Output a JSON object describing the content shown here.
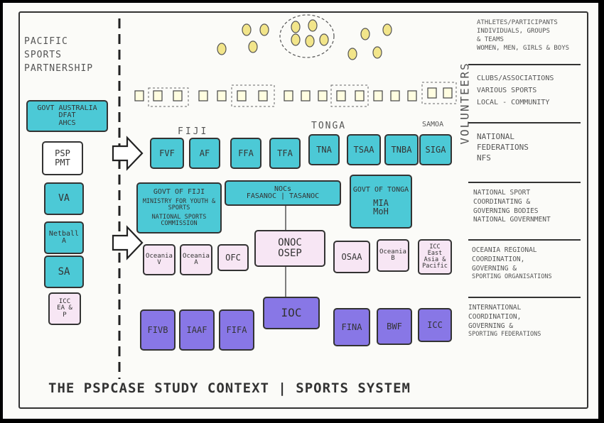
{
  "left_title": [
    "PACIFIC",
    "SPORTS",
    "PARTNERSHIP"
  ],
  "left_column": [
    {
      "id": "govt-australia",
      "lines": [
        "GOVT AUSTRALIA",
        "DFAT",
        "AHCS"
      ],
      "fill": "#4cc9d6"
    },
    {
      "id": "psp-pmt",
      "lines": [
        "PSP",
        "PMT"
      ],
      "fill": "#ffffff"
    },
    {
      "id": "va",
      "lines": [
        "VA"
      ],
      "fill": "#4cc9d6"
    },
    {
      "id": "netball-a",
      "lines": [
        "Netball",
        "A"
      ],
      "fill": "#4cc9d6"
    },
    {
      "id": "sa",
      "lines": [
        "SA"
      ],
      "fill": "#4cc9d6"
    },
    {
      "id": "icc-ea-p",
      "lines": [
        "ICC",
        "EA &",
        "P"
      ],
      "fill": "#f7e6f4"
    }
  ],
  "country_labels": {
    "fiji": "FIJI",
    "tonga": "TONGA",
    "samoa": "SAMOA"
  },
  "volunteers": "VOLUNTEERS",
  "national_federations": [
    "FVF",
    "AF",
    "FFA",
    "TFA",
    "TNA",
    "TSAA",
    "TNBA",
    "SIGA"
  ],
  "govt_fiji": [
    "GOVT OF FIJI",
    "MINISTRY FOR YOUTH & SPORTS",
    "NATIONAL SPORTS COMMISSION"
  ],
  "nocs": {
    "title": "NOCs",
    "left": "FASANOC",
    "right": "TASANOC"
  },
  "govt_tonga": [
    "GOVT OF TONGA",
    "MIA",
    "MoH"
  ],
  "regional": [
    {
      "id": "oceania-v",
      "lines": [
        "Oceania",
        "V"
      ]
    },
    {
      "id": "oceania-a",
      "lines": [
        "Oceania",
        "A"
      ]
    },
    {
      "id": "ofc",
      "lines": [
        "OFC"
      ]
    },
    {
      "id": "onoc-osep",
      "lines": [
        "ONOC",
        "OSEP"
      ]
    },
    {
      "id": "osaa",
      "lines": [
        "OSAA"
      ]
    },
    {
      "id": "oceania-b",
      "lines": [
        "Oceania",
        "B"
      ]
    },
    {
      "id": "icc-east-asia-pacific",
      "lines": [
        "ICC",
        "East",
        "Asia &",
        "Pacific"
      ]
    }
  ],
  "international": [
    "FIVB",
    "IAAF",
    "FIFA",
    "IOC",
    "FINA",
    "BWF",
    "ICC"
  ],
  "right_column": [
    [
      "ATHLETES/PARTICIPANTS",
      "INDIVIDUALS, GROUPS",
      "& TEAMS",
      "WOMEN, MEN, GIRLS & BOYS"
    ],
    [
      "CLUBS/ASSOCIATIONS",
      "VARIOUS SPORTS",
      "LOCAL - COMMUNITY"
    ],
    [
      "NATIONAL",
      "FEDERATIONS",
      "NFs"
    ],
    [
      "NATIONAL SPORT",
      "COORDINATING &",
      "GOVERNING BODIES",
      "NATIONAL GOVERNMENT"
    ],
    [
      "OCEANIA REGIONAL",
      "COORDINATION,",
      "GOVERNING &",
      "SPORTING ORGANISATIONS"
    ],
    [
      "INTERNATIONAL",
      "COORDINATION,",
      "GOVERNING &",
      "SPORTING FEDERATIONS"
    ]
  ],
  "footer": "THE PSPCASE STUDY CONTEXT | SPORTS SYSTEM",
  "colors": {
    "cyan": "#4cc9d6",
    "pink": "#f7e6f4",
    "purple": "#8877e6",
    "smiley": "#f2e58a"
  }
}
